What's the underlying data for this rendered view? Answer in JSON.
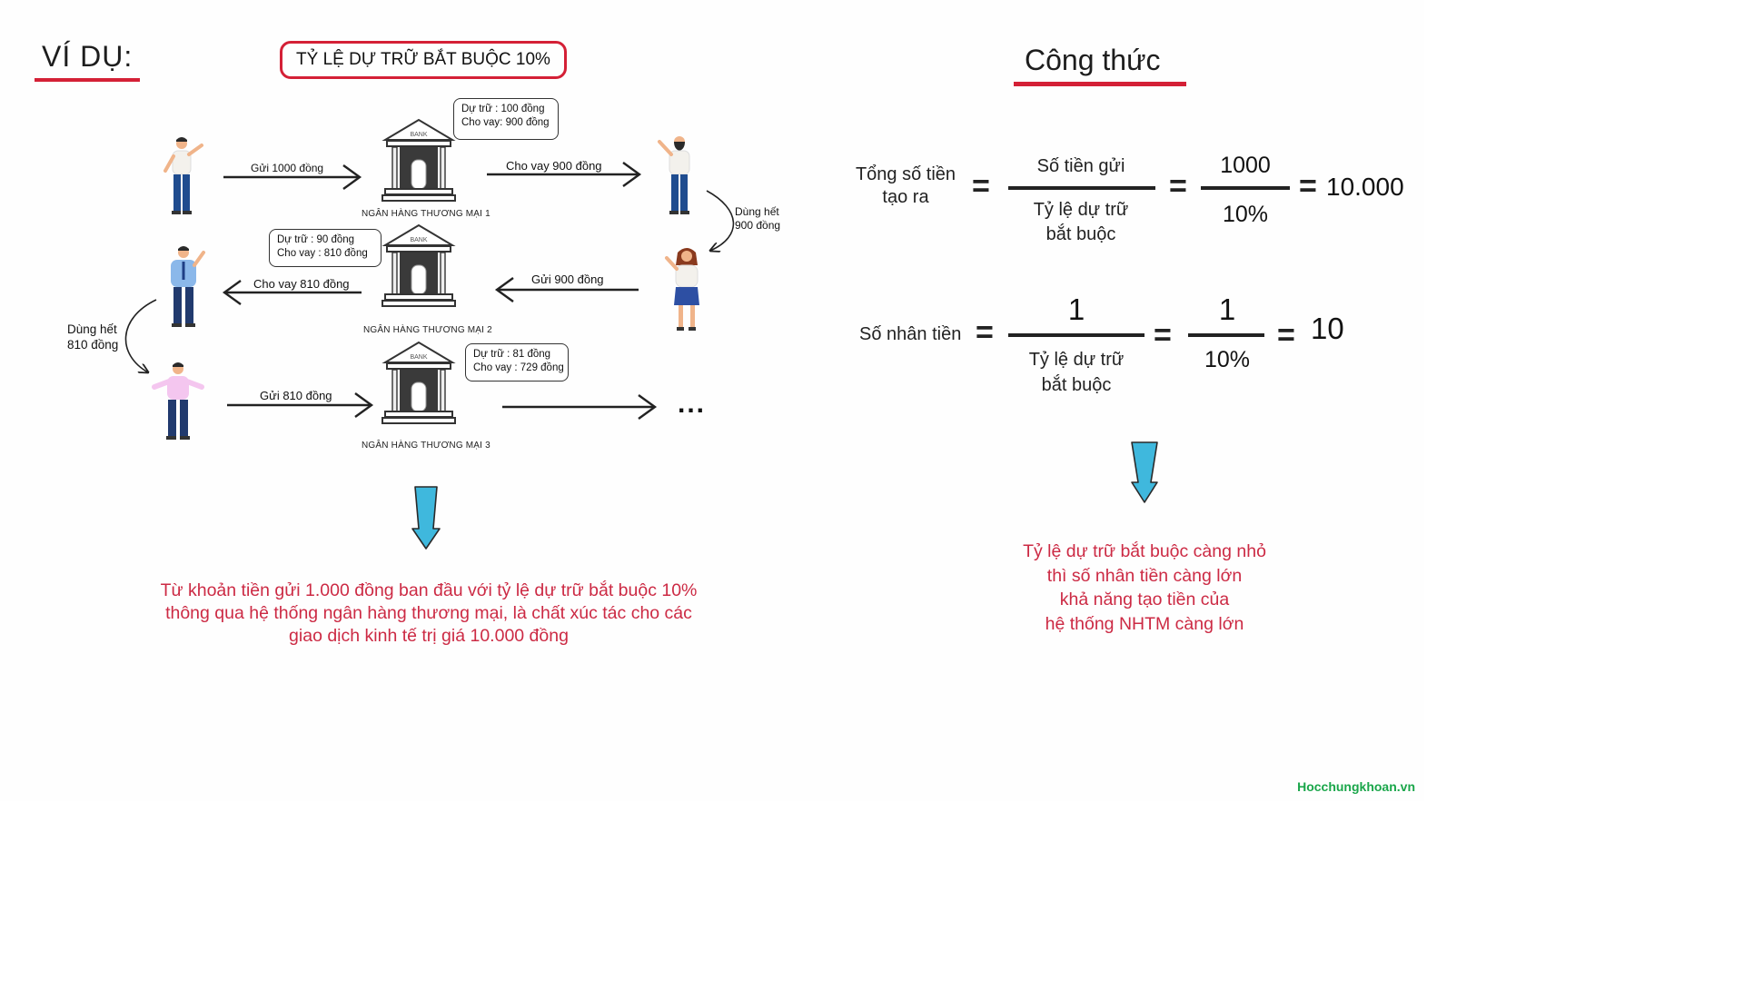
{
  "example": {
    "title": "VÍ DỤ:",
    "rule": "TỶ LỆ DỰ TRỮ BẮT BUỘC 10%",
    "banks": [
      {
        "name": "NGÂN HÀNG THƯƠNG MẠI 1",
        "icon_label": "BANK",
        "bubble": [
          "Dự trữ   : 100 đồng",
          "Cho vay: 900 đồng"
        ]
      },
      {
        "name": "NGÂN HÀNG THƯƠNG MẠI 2",
        "icon_label": "BANK",
        "bubble": [
          "Dự trữ   : 90 đồng",
          "Cho vay : 810 đồng"
        ]
      },
      {
        "name": "NGÂN HÀNG THƯƠNG MẠI 3",
        "icon_label": "BANK",
        "bubble": [
          "Dự trữ   : 81 đồng",
          "Cho vay : 729 đồng"
        ]
      }
    ],
    "arrows": {
      "deposit1": "Gửi 1000 đồng",
      "loan1": "Cho vay 900 đồng",
      "spent1": [
        "Dùng hết",
        "900 đồng"
      ],
      "deposit2": "Gửi 900 đồng",
      "loan2": "Cho vay 810 đồng",
      "spent2": [
        "Dùng hết",
        "810 đồng"
      ],
      "deposit3": "Gửi 810 đồng",
      "continue": "..."
    },
    "conclusion": [
      "Từ khoản tiền gửi 1.000 đồng ban đầu với tỷ lệ dự trữ bắt buộc 10%",
      "thông qua hệ thống ngân hàng thương mại, là chất xúc tác cho các",
      "giao dịch kinh tế trị giá 10.000 đồng"
    ]
  },
  "formula": {
    "title": "Công thức",
    "f1": {
      "lhs": [
        "Tổng số tiền",
        "tạo ra"
      ],
      "num1": "Số tiền gửi",
      "den1": [
        "Tỷ lệ dự trữ",
        "bắt buộc"
      ],
      "num2": "1000",
      "den2": "10%",
      "result": "10.000"
    },
    "f2": {
      "lhs": "Số nhân tiền",
      "num1": "1",
      "den1": [
        "Tỷ lệ dự trữ",
        "bắt buộc"
      ],
      "num2": "1",
      "den2": "10%",
      "result": "10"
    },
    "eq": "=",
    "conclusion": [
      "Tỷ lệ dự trữ bắt buộc càng nhỏ",
      "thì số nhân tiền càng lớn",
      "khả năng tạo tiền của",
      "hệ thống NHTM càng lớn"
    ]
  },
  "colors": {
    "accent": "#d42036",
    "conclusion": "#cc2a44",
    "down_arrow": "#3fb8dd",
    "watermark": "#1aa64a"
  },
  "watermark": "Hocchungkhoan.vn"
}
